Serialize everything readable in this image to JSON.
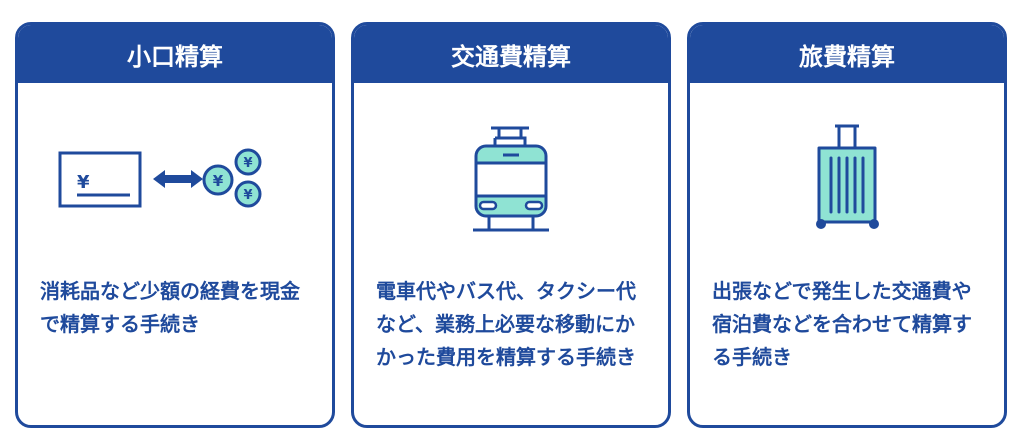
{
  "cards": [
    {
      "title": "小口精算",
      "description": "消耗品など少額の経費を現金で精算する手続き",
      "icon": "cash-exchange-icon"
    },
    {
      "title": "交通費精算",
      "description": "電車代やバス代、タクシー代など、業務上必要な移動にかかった費用を精算する手続き",
      "icon": "train-icon"
    },
    {
      "title": "旅費精算",
      "description": "出張などで発生した交通費や宿泊費などを合わせて精算する手続き",
      "icon": "suitcase-icon"
    }
  ],
  "yen_symbol": "¥",
  "colors": {
    "primary": "#1f4a9c",
    "accent": "#8fe3d3"
  }
}
